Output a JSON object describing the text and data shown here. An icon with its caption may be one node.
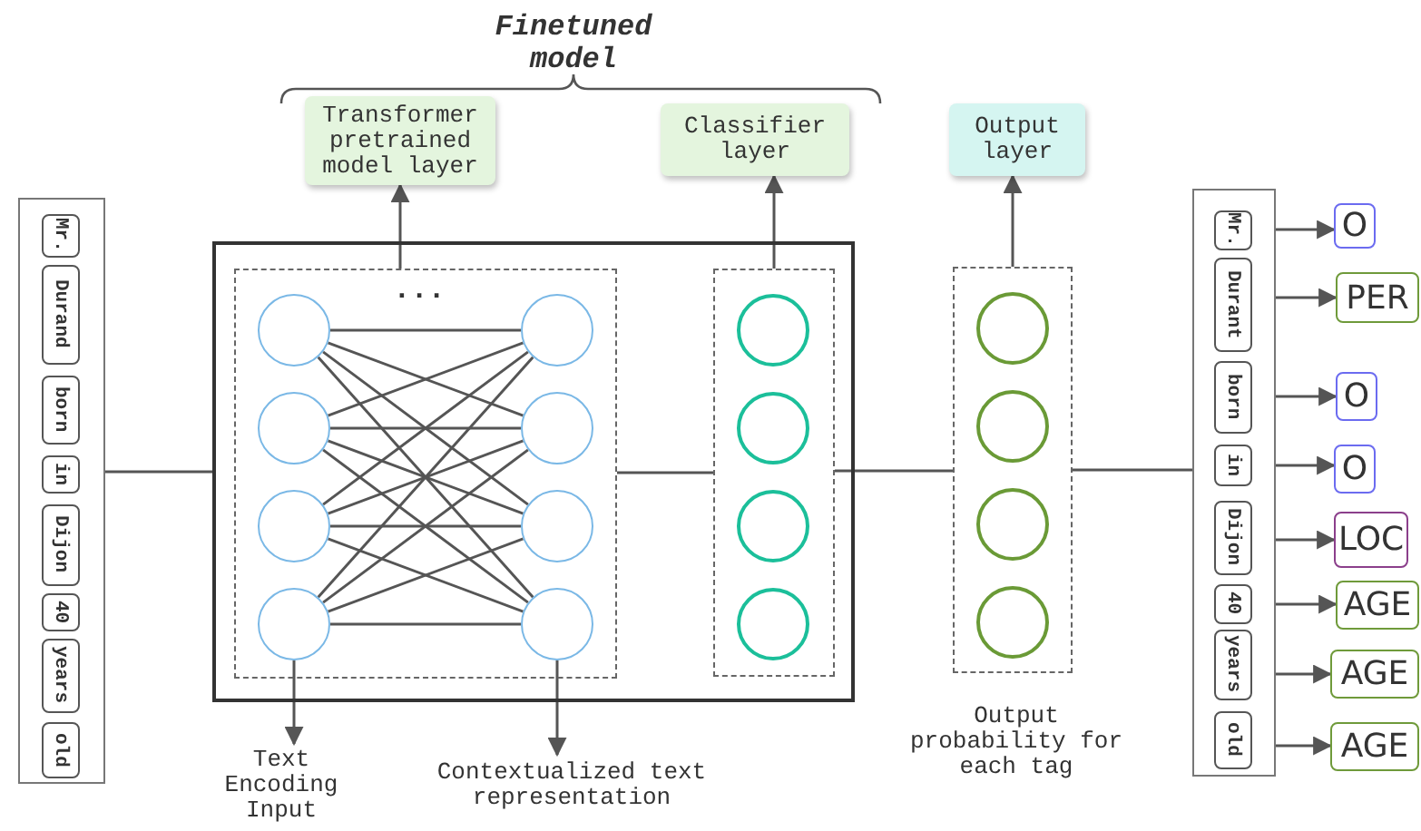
{
  "diagram": {
    "nodes": [
      {
        "text": [],
        "shape": "box"
      },
      {
        "text": [
          "Mr."
        ],
        "in": 0
      },
      {
        "text": [
          "Durand"
        ],
        "in": 0
      },
      {
        "text": [
          "born"
        ],
        "in": 0
      },
      {
        "text": [
          "in"
        ],
        "in": 0
      },
      {
        "text": [
          "Dijon"
        ],
        "in": 0
      },
      {
        "text": [
          "40"
        ],
        "in": 0
      },
      {
        "text": [
          "years"
        ],
        "in": 0
      },
      {
        "text": [
          "old"
        ],
        "in": 0
      },
      {
        "text": [],
        "shape": "box"
      },
      {
        "text": [],
        "shape": "box",
        "in": 9
      },
      {
        "text": [],
        "shape": "circle",
        "in": 10
      },
      {
        "text": [],
        "shape": "circle",
        "in": 10
      },
      {
        "text": [],
        "shape": "circle",
        "in": 10
      },
      {
        "text": [],
        "shape": "circle",
        "in": 10
      },
      {
        "text": [],
        "shape": "circle",
        "in": 10
      },
      {
        "text": [],
        "shape": "circle",
        "in": 10
      },
      {
        "text": [],
        "shape": "circle",
        "in": 10
      },
      {
        "text": [],
        "shape": "circle",
        "in": 10
      },
      {
        "text": [],
        "shape": "box",
        "in": 9
      },
      {
        "text": [],
        "shape": "circle",
        "in": 19
      },
      {
        "text": [],
        "shape": "circle",
        "in": 19
      },
      {
        "text": [],
        "shape": "circle",
        "in": 19
      },
      {
        "text": [],
        "shape": "circle",
        "in": 19
      },
      {
        "text": [],
        "shape": "box",
        "beside": [
          "Output probability for each tag"
        ]
      },
      {
        "text": [],
        "shape": "circle",
        "in": 24
      },
      {
        "text": [],
        "shape": "circle",
        "in": 24
      },
      {
        "text": [],
        "shape": "circle",
        "in": 24
      },
      {
        "text": [],
        "shape": "circle",
        "in": 24
      },
      {
        "text": [],
        "shape": "box"
      },
      {
        "text": [
          "Mr."
        ],
        "in": 29
      },
      {
        "text": [
          "Durant"
        ],
        "in": 29
      },
      {
        "text": [
          "born"
        ],
        "in": 29
      },
      {
        "text": [
          "in"
        ],
        "in": 29
      },
      {
        "text": [
          "Dijon"
        ],
        "in": 29
      },
      {
        "text": [
          "40"
        ],
        "in": 29
      },
      {
        "text": [
          "years"
        ],
        "in": 29
      },
      {
        "text": [
          "old"
        ],
        "in": 29
      },
      {
        "text": [
          "O"
        ]
      },
      {
        "text": [
          "PER"
        ]
      },
      {
        "text": [
          "O"
        ]
      },
      {
        "text": [
          "O"
        ]
      },
      {
        "text": [
          "LOC"
        ]
      },
      {
        "text": [
          "AGE"
        ]
      },
      {
        "text": [
          "AGE"
        ]
      },
      {
        "text": [
          "AGE"
        ]
      },
      {
        "text": [
          "Transformer pretrained model layer"
        ]
      },
      {
        "text": [
          "Classifier layer"
        ]
      },
      {
        "text": [
          "Output layer"
        ]
      },
      {
        "text": [
          "Text Encoding Input"
        ]
      },
      {
        "text": [
          "Contextualized text representation"
        ]
      }
    ],
    "edges": [
      {
        "from": 0,
        "to": 9,
        "arrow": "none"
      },
      {
        "from": 11,
        "to": 15,
        "arrow": "none"
      },
      {
        "from": 11,
        "to": 16,
        "arrow": "none"
      },
      {
        "from": 11,
        "to": 17,
        "arrow": "none"
      },
      {
        "from": 11,
        "to": 18,
        "arrow": "none"
      },
      {
        "from": 12,
        "to": 15,
        "arrow": "none"
      },
      {
        "from": 12,
        "to": 16,
        "arrow": "none"
      },
      {
        "from": 12,
        "to": 17,
        "arrow": "none"
      },
      {
        "from": 12,
        "to": 18,
        "arrow": "none"
      },
      {
        "from": 13,
        "to": 15,
        "arrow": "none"
      },
      {
        "from": 13,
        "to": 16,
        "arrow": "none"
      },
      {
        "from": 13,
        "to": 17,
        "arrow": "none"
      },
      {
        "from": 13,
        "to": 18,
        "arrow": "none"
      },
      {
        "from": 14,
        "to": 15,
        "arrow": "none"
      },
      {
        "from": 14,
        "to": 16,
        "arrow": "none"
      },
      {
        "from": 14,
        "to": 17,
        "arrow": "none"
      },
      {
        "from": 14,
        "to": 18,
        "arrow": "none"
      },
      {
        "from": 10,
        "to": 46,
        "arrow": "to"
      },
      {
        "from": 19,
        "to": 47,
        "arrow": "to"
      },
      {
        "from": 24,
        "to": 48,
        "arrow": "to"
      },
      {
        "from": 14,
        "to": 49,
        "arrow": "to"
      },
      {
        "from": 18,
        "to": 50,
        "arrow": "to"
      },
      {
        "from": 10,
        "to": 19,
        "arrow": "none"
      },
      {
        "from": 19,
        "to": 24,
        "arrow": "none"
      },
      {
        "from": 24,
        "to": 29,
        "arrow": "none"
      },
      {
        "from": 30,
        "to": 38,
        "arrow": "to"
      },
      {
        "from": 31,
        "to": 39,
        "arrow": "to"
      },
      {
        "from": 32,
        "to": 40,
        "arrow": "to"
      },
      {
        "from": 33,
        "to": 41,
        "arrow": "to"
      },
      {
        "from": 34,
        "to": 42,
        "arrow": "to"
      },
      {
        "from": 35,
        "to": 43,
        "arrow": "to"
      },
      {
        "from": 36,
        "to": 44,
        "arrow": "to"
      },
      {
        "from": 37,
        "to": 45,
        "arrow": "to"
      }
    ],
    "labels": [
      "Finetuned model",
      "..."
    ]
  }
}
